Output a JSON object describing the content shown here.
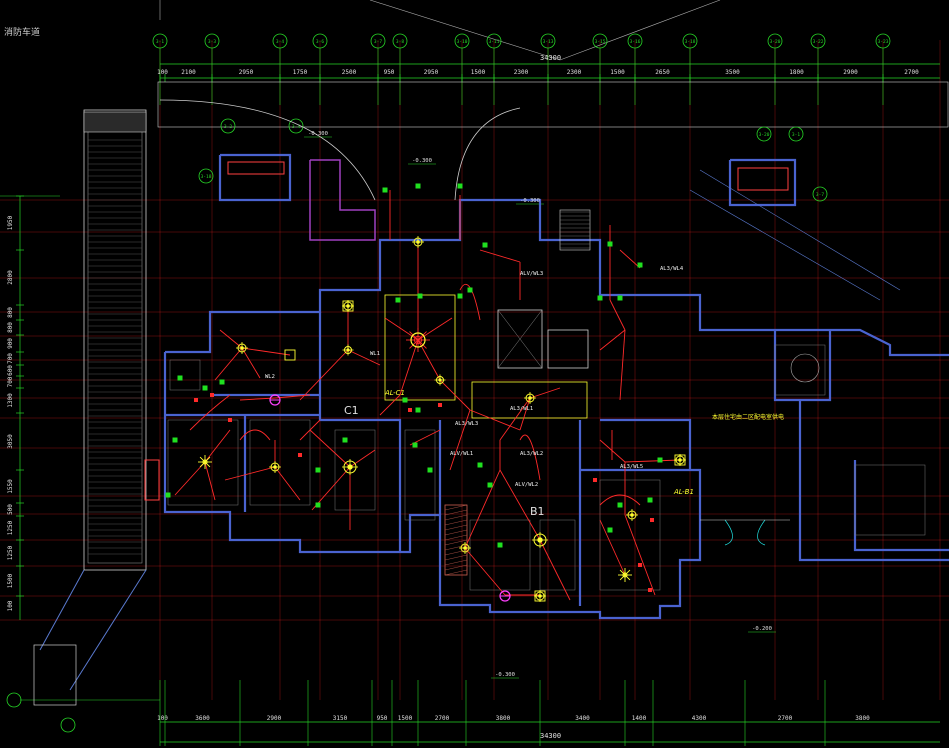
{
  "drawing": {
    "corner_label": "消防车道",
    "total_dimension_top": "34300",
    "total_dimension_bottom": "34300",
    "top_axes": [
      "3-1",
      "3-3",
      "3-4",
      "3-6",
      "3-7",
      "3-8",
      "3-10",
      "3-11",
      "3-13",
      "3-15",
      "3-16",
      "3-18",
      "3-20",
      "3-22",
      "3-23"
    ],
    "top_dims": [
      "100",
      "2100",
      "2950",
      "1750",
      "2500",
      "950",
      "2950",
      "1500",
      "2300",
      "2300",
      "1500",
      "2650",
      "3500",
      "1800",
      "2900",
      "2700"
    ],
    "bottom_dims": [
      "100",
      "3600",
      "2900",
      "3150",
      "950",
      "1500",
      "2700",
      "3800",
      "3400",
      "1400",
      "4300",
      "2700",
      "3800"
    ],
    "left_dims": [
      "1950",
      "2800",
      "800",
      "800",
      "900",
      "700",
      "600",
      "700",
      "1300",
      "3050",
      "1550",
      "500",
      "1250",
      "1250",
      "1500",
      "100"
    ],
    "unit_labels": [
      "C1",
      "B1"
    ],
    "panel_labels": [
      "AL-C1",
      "AL-B1"
    ],
    "circuit_labels": [
      "WL1",
      "WL2",
      "AL3/WL1",
      "AL3/WL2",
      "AL3/WL3",
      "ALV/WL1",
      "ALV/WL2",
      "ALV/WL3",
      "AL3/WL4",
      "AL3/WL5"
    ],
    "note_text": "本层住宅由二区配电室供电",
    "small_axes": [
      "3-2",
      "3-4",
      "3-18",
      "3-20",
      "3-1",
      "3-7"
    ],
    "level_marks": [
      "-0.300",
      "-0.300",
      "-0.300",
      "-0.300",
      "-0.200"
    ]
  },
  "colors": {
    "background": "#000000",
    "wall": "#4a63d0",
    "grid": "#ff2020",
    "dim": "#26d426",
    "wiring": "#ff2a2a",
    "fixture": "#ffff30",
    "device": "#20e020",
    "accent_pink": "#ff40ff",
    "text": "#e8e8e8",
    "cyan": "#20e0e0"
  }
}
